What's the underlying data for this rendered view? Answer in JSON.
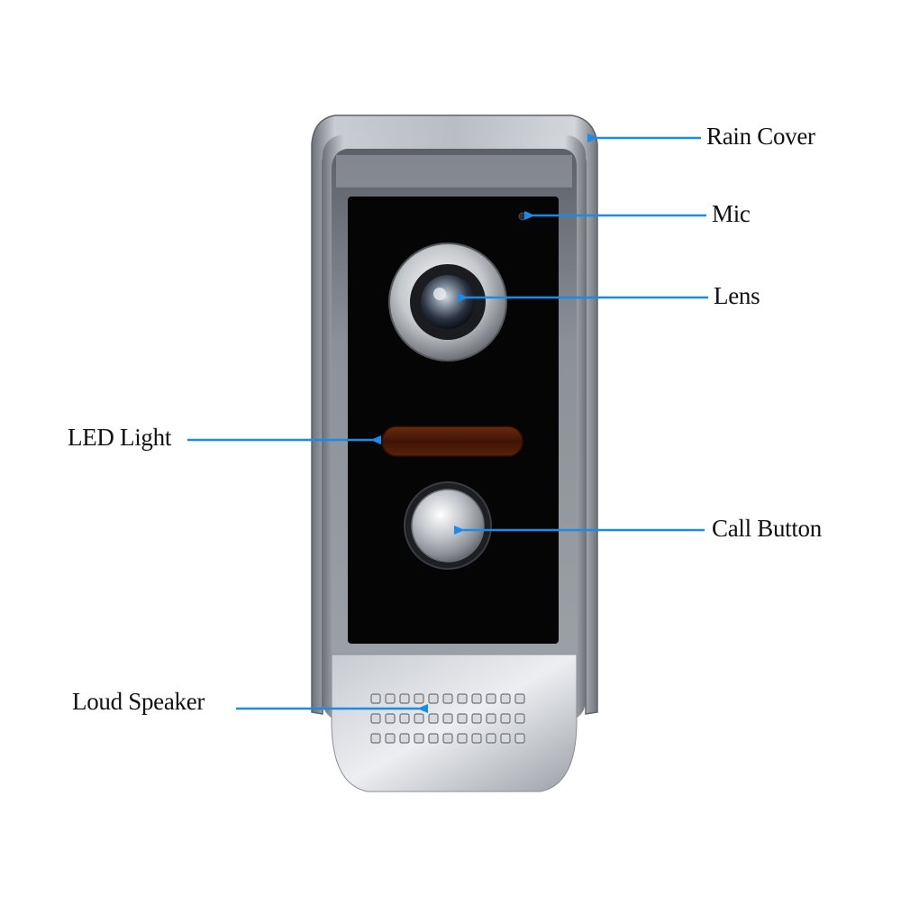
{
  "labels": {
    "rain_cover": "Rain Cover",
    "mic": "Mic",
    "lens": "Lens",
    "led_light": "LED Light",
    "call_button": "Call Button",
    "loud_speaker": "Loud Speaker"
  },
  "colors": {
    "arrow": "#1a8be8",
    "panel": "#050505",
    "housing": "#a9aeb6",
    "led_window": "#4a1a08"
  }
}
